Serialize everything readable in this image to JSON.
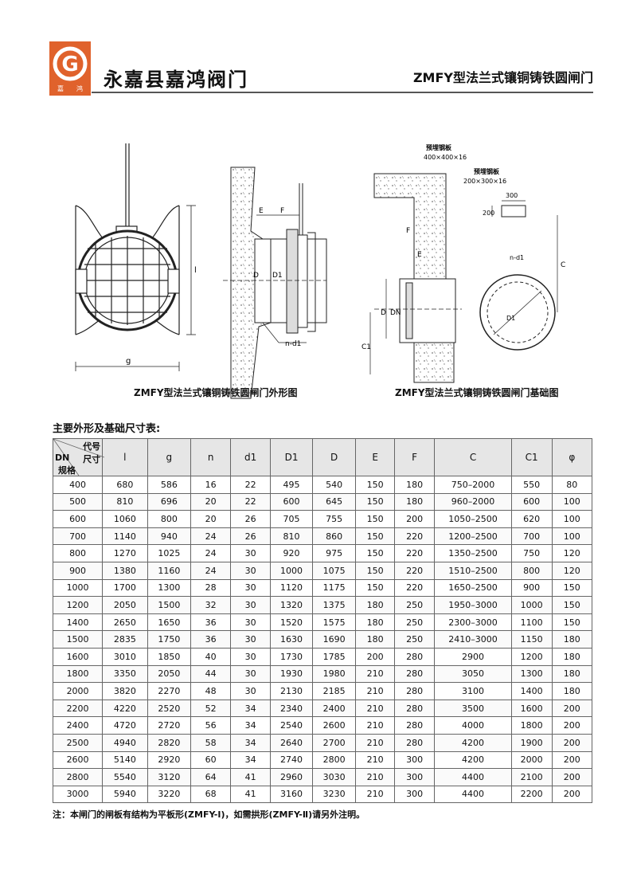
{
  "header": {
    "company_name": "永嘉县嘉鸿阀门",
    "doc_title": "ZMFY型法兰式镶铜铸铁圆闸门",
    "logo_letters": "G",
    "logo_subtext_left": "嘉",
    "logo_subtext_right": "鸿"
  },
  "drawing_left": {
    "caption": "ZMFY型法兰式镶铜铸铁圆闸门外形图",
    "dim_labels": {
      "l": "l",
      "g": "g",
      "E": "E",
      "F": "F",
      "D": "D",
      "D1": "D1",
      "nd1": "n-d1"
    }
  },
  "drawing_right": {
    "caption": "ZMFY型法兰式镶铜铸铁圆闸门基础图",
    "plate1_title": "预埋钢板",
    "plate1_size": "400×400×16",
    "plate2_title": "预埋钢板",
    "plate2_size": "200×300×16",
    "dim_labels": {
      "w300": "300",
      "h200": "200",
      "F": "F",
      "E": "E",
      "DN": "DN",
      "D": "D",
      "C1": "C1",
      "C": "C",
      "nd1": "n-d1",
      "D1": "D1"
    }
  },
  "table": {
    "title": "主要外形及基础尺寸表:",
    "corner": {
      "code": "代号",
      "size": "尺寸",
      "dn": "DN",
      "spec": "规格"
    },
    "columns": [
      "l",
      "g",
      "n",
      "d1",
      "D1",
      "D",
      "E",
      "F",
      "C",
      "C1",
      "φ"
    ],
    "rows": [
      [
        "400",
        "680",
        "586",
        "16",
        "22",
        "495",
        "540",
        "150",
        "180",
        "750–2000",
        "550",
        "80"
      ],
      [
        "500",
        "810",
        "696",
        "20",
        "22",
        "600",
        "645",
        "150",
        "180",
        "960–2000",
        "600",
        "100"
      ],
      [
        "600",
        "1060",
        "800",
        "20",
        "26",
        "705",
        "755",
        "150",
        "200",
        "1050–2500",
        "620",
        "100"
      ],
      [
        "700",
        "1140",
        "940",
        "24",
        "26",
        "810",
        "860",
        "150",
        "220",
        "1200–2500",
        "700",
        "100"
      ],
      [
        "800",
        "1270",
        "1025",
        "24",
        "30",
        "920",
        "975",
        "150",
        "220",
        "1350–2500",
        "750",
        "120"
      ],
      [
        "900",
        "1380",
        "1160",
        "24",
        "30",
        "1000",
        "1075",
        "150",
        "220",
        "1510–2500",
        "800",
        "120"
      ],
      [
        "1000",
        "1700",
        "1300",
        "28",
        "30",
        "1120",
        "1175",
        "150",
        "220",
        "1650–2500",
        "900",
        "150"
      ],
      [
        "1200",
        "2050",
        "1500",
        "32",
        "30",
        "1320",
        "1375",
        "180",
        "250",
        "1950–3000",
        "1000",
        "150"
      ],
      [
        "1400",
        "2650",
        "1650",
        "36",
        "30",
        "1520",
        "1575",
        "180",
        "250",
        "2300–3000",
        "1100",
        "150"
      ],
      [
        "1500",
        "2835",
        "1750",
        "36",
        "30",
        "1630",
        "1690",
        "180",
        "250",
        "2410–3000",
        "1150",
        "180"
      ],
      [
        "1600",
        "3010",
        "1850",
        "40",
        "30",
        "1730",
        "1785",
        "200",
        "280",
        "2900",
        "1200",
        "180"
      ],
      [
        "1800",
        "3350",
        "2050",
        "44",
        "30",
        "1930",
        "1980",
        "210",
        "280",
        "3050",
        "1300",
        "180"
      ],
      [
        "2000",
        "3820",
        "2270",
        "48",
        "30",
        "2130",
        "2185",
        "210",
        "280",
        "3100",
        "1400",
        "180"
      ],
      [
        "2200",
        "4220",
        "2520",
        "52",
        "34",
        "2340",
        "2400",
        "210",
        "280",
        "3500",
        "1600",
        "200"
      ],
      [
        "2400",
        "4720",
        "2720",
        "56",
        "34",
        "2540",
        "2600",
        "210",
        "280",
        "4000",
        "1800",
        "200"
      ],
      [
        "2500",
        "4940",
        "2820",
        "58",
        "34",
        "2640",
        "2700",
        "210",
        "280",
        "4200",
        "1900",
        "200"
      ],
      [
        "2600",
        "5140",
        "2920",
        "60",
        "34",
        "2740",
        "2800",
        "210",
        "300",
        "4200",
        "2000",
        "200"
      ],
      [
        "2800",
        "5540",
        "3120",
        "64",
        "41",
        "2960",
        "3030",
        "210",
        "300",
        "4400",
        "2100",
        "200"
      ],
      [
        "3000",
        "5940",
        "3220",
        "68",
        "41",
        "3160",
        "3230",
        "210",
        "300",
        "4400",
        "2200",
        "200"
      ]
    ]
  },
  "note": "注：本闸门的闸板有结构为平板形(ZMFY-Ⅰ)，如需拱形(ZMFY-Ⅱ)请另外注明。"
}
